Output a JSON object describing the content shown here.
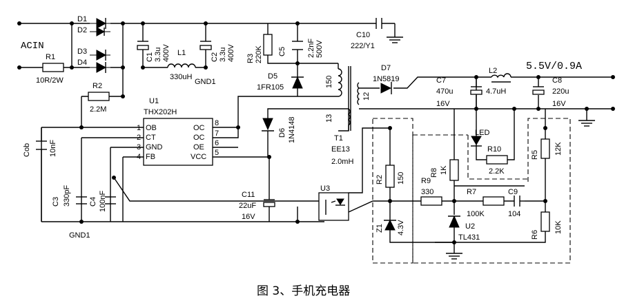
{
  "caption": "图 3、手机充电器",
  "input": {
    "label": "ACIN"
  },
  "output": {
    "rating": "5.5V/0.9A"
  },
  "ground_labels": {
    "gnd1_top": "GND1",
    "gnd1_bottom": "GND1"
  },
  "components": {
    "D1": {
      "ref": "D1"
    },
    "D2": {
      "ref": "D2"
    },
    "D3": {
      "ref": "D3"
    },
    "D4": {
      "ref": "D4"
    },
    "R1": {
      "ref": "R1",
      "value": "10R/2W"
    },
    "R2": {
      "ref": "R2",
      "value": "2.2M"
    },
    "C1": {
      "ref": "C1",
      "value": "3.3u",
      "voltage": "400V"
    },
    "L1": {
      "ref": "L1",
      "value": "330uH"
    },
    "C2": {
      "ref": "C2",
      "value": "3.3u",
      "voltage": "400V"
    },
    "R3": {
      "ref": "R3",
      "value": "220K"
    },
    "C5": {
      "ref": "C5",
      "value": "2.2nF",
      "voltage": "500V"
    },
    "D5": {
      "ref": "D5",
      "value": "1FR105"
    },
    "C10": {
      "ref": "C10",
      "value": "222/Y1"
    },
    "D7": {
      "ref": "D7",
      "value": "1N5819"
    },
    "C7": {
      "ref": "C7",
      "value": "470u",
      "voltage": "16V"
    },
    "L2": {
      "ref": "L2",
      "value": "4.7uH"
    },
    "C8": {
      "ref": "C8",
      "value": "220u",
      "voltage": "16V"
    },
    "U1": {
      "ref": "U1",
      "part": "THX202H",
      "pins": [
        {
          "num": "1",
          "name": "OB"
        },
        {
          "num": "2",
          "name": "CT"
        },
        {
          "num": "3",
          "name": "GND"
        },
        {
          "num": "4",
          "name": "FB"
        },
        {
          "num": "8",
          "name": "OC"
        },
        {
          "num": "7",
          "name": "OC"
        },
        {
          "num": "6",
          "name": "OE"
        },
        {
          "num": "5",
          "name": "VCC"
        }
      ]
    },
    "Cob": {
      "ref": "Cob",
      "value": "10nF"
    },
    "C3": {
      "ref": "C3",
      "value": "330pF"
    },
    "C4": {
      "ref": "C4",
      "value": "100nF"
    },
    "D6": {
      "ref": "D6",
      "value": "1N4148"
    },
    "C11": {
      "ref": "C11",
      "value": "22uF",
      "voltage": "16V"
    },
    "T1": {
      "ref": "T1",
      "value": "EE13",
      "inductance": "2.0mH",
      "windings": [
        "150",
        "12",
        "13"
      ]
    },
    "U3": {
      "ref": "U3"
    },
    "R2b": {
      "ref": "R2",
      "value": "150"
    },
    "Z1": {
      "ref": "Z1",
      "value": "4.3V"
    },
    "LED": {
      "ref": "LED"
    },
    "R10": {
      "ref": "R10",
      "value": "2.2K"
    },
    "R8": {
      "ref": "R8",
      "value": "1K"
    },
    "R9": {
      "ref": "R9",
      "value": "330"
    },
    "R7": {
      "ref": "R7",
      "value": "100K"
    },
    "C9": {
      "ref": "C9",
      "value": "104"
    },
    "U2": {
      "ref": "U2",
      "value": "TL431"
    },
    "R5": {
      "ref": "R5",
      "value": "12K"
    },
    "R6": {
      "ref": "R6",
      "value": "10K"
    }
  }
}
